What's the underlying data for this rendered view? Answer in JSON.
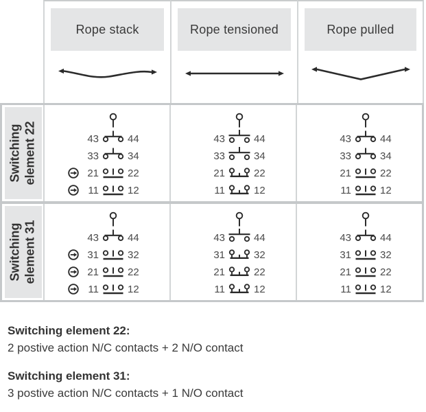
{
  "colors": {
    "border_thick": "#c5c8ca",
    "border_thin": "#d2d5d6",
    "label_bg": "#e4e5e6",
    "symbol": "#2b2b2b",
    "number_text": "#4a4a4a",
    "text_dark": "#333333"
  },
  "header": {
    "columns": [
      {
        "label": "Rope stack",
        "rope_state": "slack"
      },
      {
        "label": "Rope tensioned",
        "rope_state": "tensioned"
      },
      {
        "label": "Rope pulled",
        "rope_state": "pulled"
      }
    ]
  },
  "switch_rows": [
    {
      "label_line1": "Switching",
      "label_line2": "element 22",
      "contacts": [
        {
          "left": "43",
          "right": "44",
          "type": "no",
          "positive_action": false
        },
        {
          "left": "33",
          "right": "34",
          "type": "no",
          "positive_action": false
        },
        {
          "left": "21",
          "right": "22",
          "type": "nc",
          "positive_action": true
        },
        {
          "left": "11",
          "right": "12",
          "type": "nc",
          "positive_action": true
        }
      ]
    },
    {
      "label_line1": "Switching",
      "label_line2": "element 31",
      "contacts": [
        {
          "left": "43",
          "right": "44",
          "type": "no",
          "positive_action": false
        },
        {
          "left": "31",
          "right": "32",
          "type": "nc",
          "positive_action": true
        },
        {
          "left": "21",
          "right": "22",
          "type": "nc",
          "positive_action": true
        },
        {
          "left": "11",
          "right": "12",
          "type": "nc",
          "positive_action": true
        }
      ]
    }
  ],
  "contact_states": {
    "slack": {
      "no": "closed",
      "nc": "open"
    },
    "tensioned": {
      "no": "open",
      "nc": "closed"
    },
    "pulled": {
      "no": "closed",
      "nc": "open"
    }
  },
  "pa_marker_column": 0,
  "footnotes": [
    {
      "title": "Switching element 22:",
      "description": "2 postive action N/C contacts + 2 N/O contact"
    },
    {
      "title": "Switching element 31:",
      "description": "3 postive action N/C contacts + 1 N/O contact"
    }
  ]
}
